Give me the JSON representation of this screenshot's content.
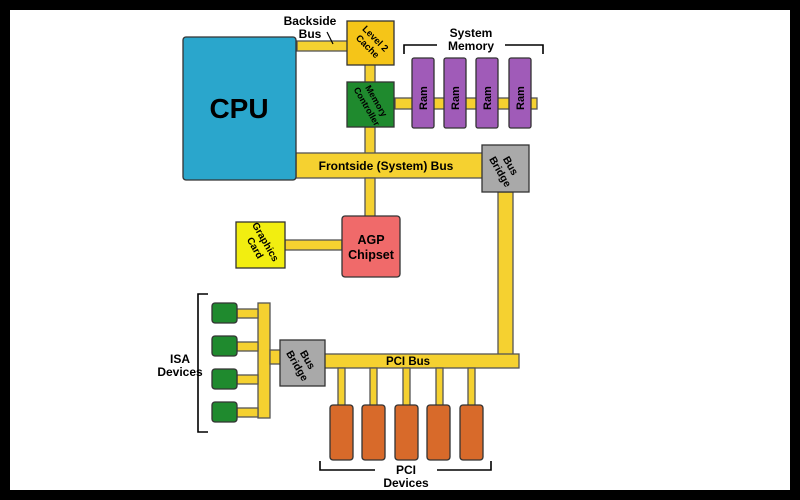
{
  "diagram": {
    "cpu": "CPU",
    "backside_bus": [
      "Backside",
      "Bus"
    ],
    "level2_cache": [
      "Level 2",
      "Cache"
    ],
    "memory_controller": [
      "Memory",
      "Controller"
    ],
    "system_memory": [
      "System",
      "Memory"
    ],
    "ram_label": "Ram",
    "frontside_bus": "Frontside (System) Bus",
    "bus_bridge": [
      "Bus",
      "Bridge"
    ],
    "graphics_card": [
      "Graphics",
      "Card"
    ],
    "agp_chipset": [
      "AGP",
      "Chipset"
    ],
    "isa_devices": [
      "ISA",
      "Devices"
    ],
    "pci_bus": "PCI Bus",
    "pci_devices": [
      "PCI",
      "Devices"
    ],
    "colors": {
      "bus": "#f5d130",
      "cpu": "#2aa6cc",
      "cache": "#f5c518",
      "memory_controller": "#1f8a2e",
      "ram": "#a05bb8",
      "bridge": "#a9a9a9",
      "graphics": "#f2ee10",
      "agp": "#f06a6a",
      "isa": "#1f8a2e",
      "pci": "#d86a2a"
    }
  }
}
